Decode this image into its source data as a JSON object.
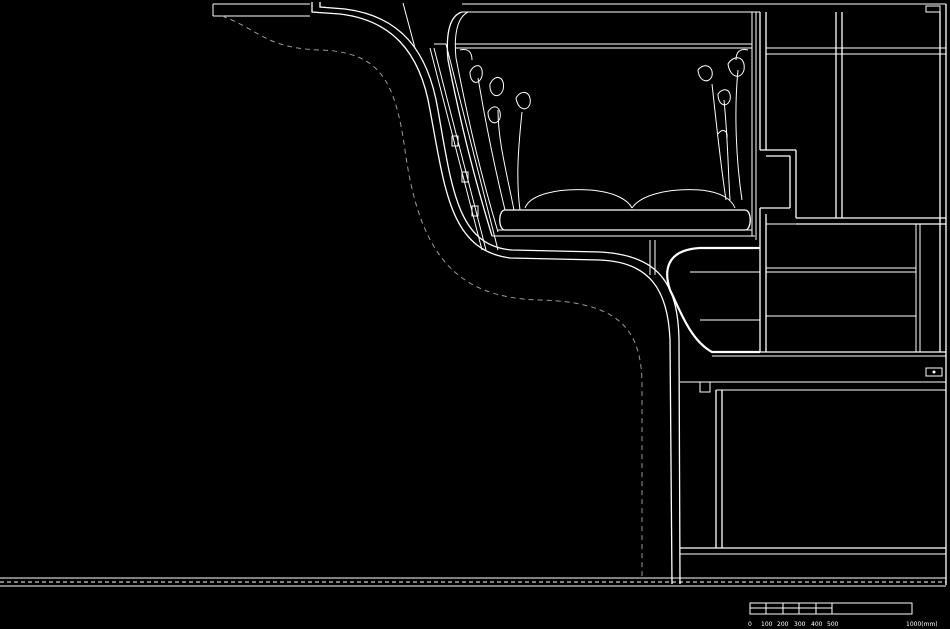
{
  "colors": {
    "background": "#000000",
    "line": "#ffffff",
    "secondary_line": "#8a8a8a"
  },
  "scale_bar": {
    "labels": [
      "0",
      "100",
      "200",
      "300",
      "400",
      "500"
    ],
    "end_label": "1000(mm)"
  }
}
